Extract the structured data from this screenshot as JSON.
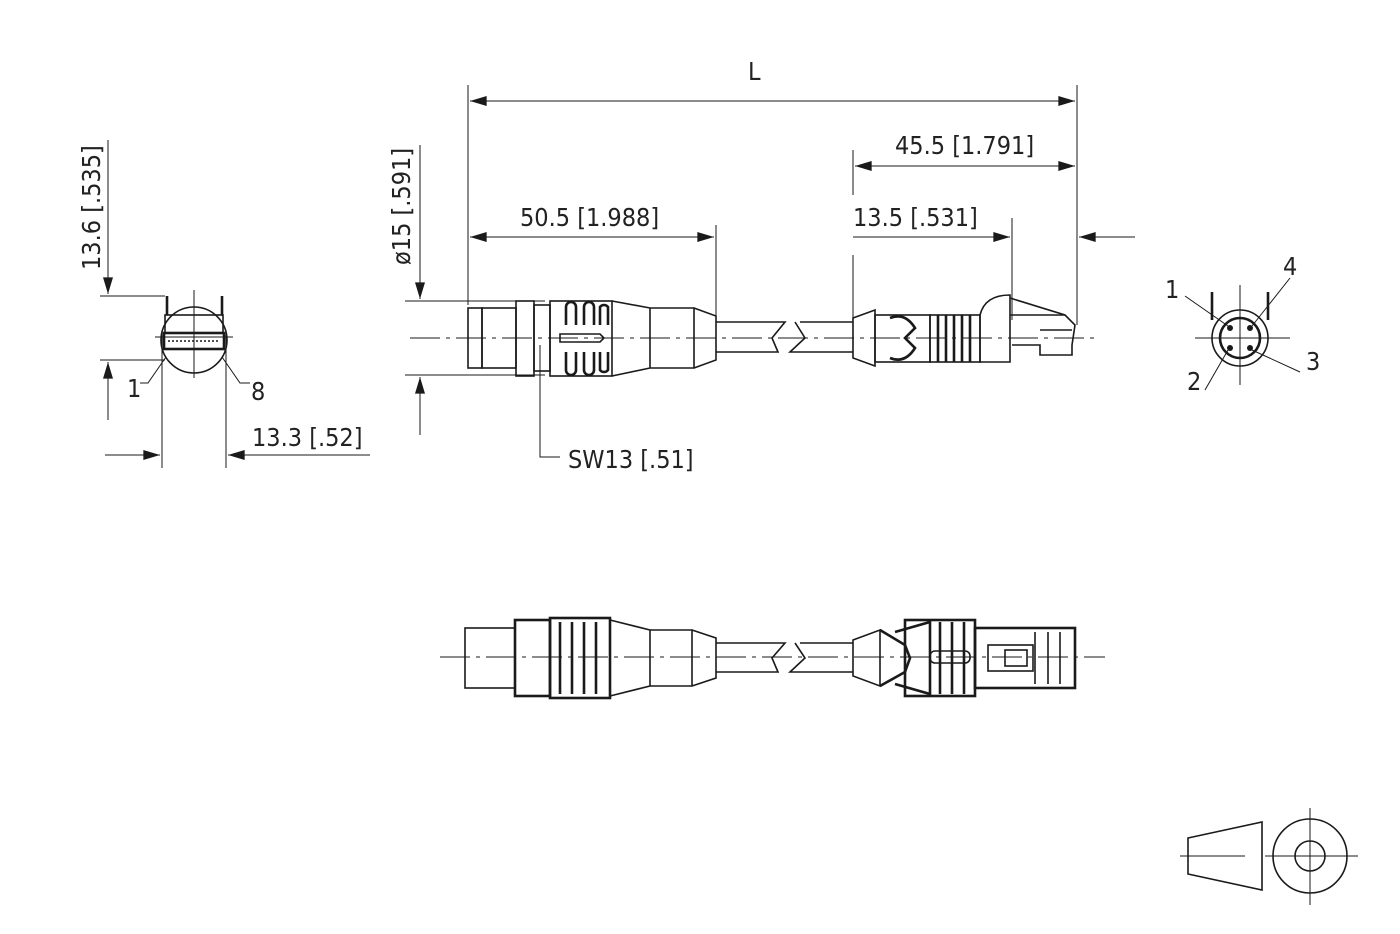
{
  "dimensions": {
    "overall_length": "L",
    "rj45_length": "45.5 [1.791]",
    "m12_length": "50.5 [1.988]",
    "rj45_body": "13.5 [.531]",
    "m12_diameter": "ø15 [.591]",
    "wrench_size": "SW13 [.51]",
    "rj45_height": "13.6 [.535]",
    "rj45_width": "13.3 [.52]"
  },
  "rj45_pins": {
    "first": "1",
    "last": "8"
  },
  "m12_pins": {
    "p1": "1",
    "p2": "2",
    "p3": "3",
    "p4": "4"
  },
  "colors": {
    "line": "#1a1a1a",
    "background": "#ffffff"
  }
}
